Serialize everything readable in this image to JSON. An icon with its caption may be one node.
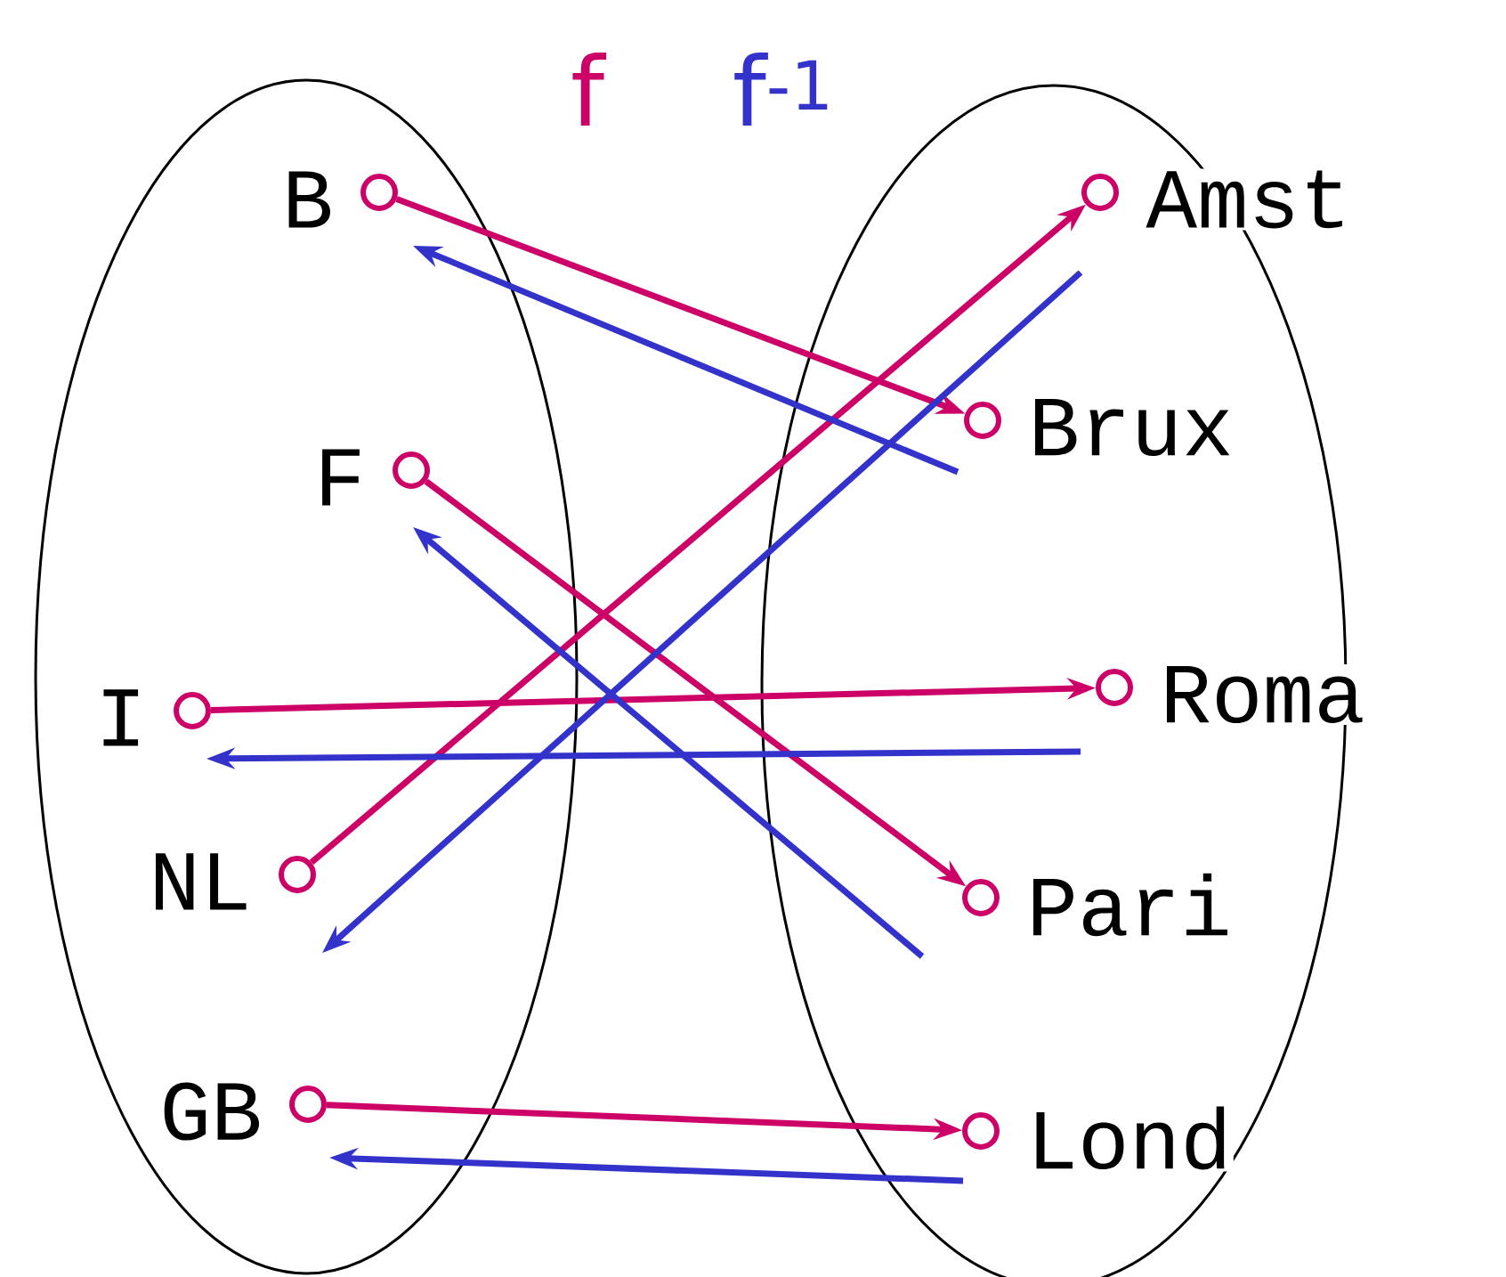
{
  "diagram": {
    "nodes": [
      {
        "text": [],
        "shape": "ellipse"
      },
      {
        "text": [],
        "shape": "ellipse"
      },
      {
        "text": [
          "B"
        ],
        "in": 0
      },
      {
        "text": [
          "F"
        ],
        "in": 0
      },
      {
        "text": [
          "I"
        ],
        "in": 0
      },
      {
        "text": [
          "NL"
        ],
        "in": 0
      },
      {
        "text": [
          "GB"
        ],
        "in": 0
      },
      {
        "text": [
          "Amst"
        ],
        "in": 1
      },
      {
        "text": [
          "Brux"
        ],
        "in": 1
      },
      {
        "text": [
          "Roma"
        ],
        "in": 1
      },
      {
        "text": [
          "Pari"
        ],
        "in": 1
      },
      {
        "text": [
          "Lond"
        ],
        "in": 1
      }
    ],
    "edges": [
      {
        "from": 2,
        "to": 8,
        "arrow": "to",
        "color": "#cc0066"
      },
      {
        "from": 3,
        "to": 10,
        "arrow": "to",
        "color": "#cc0066"
      },
      {
        "from": 4,
        "to": 9,
        "arrow": "to",
        "color": "#cc0066"
      },
      {
        "from": 5,
        "to": 7,
        "arrow": "to",
        "color": "#cc0066"
      },
      {
        "from": 6,
        "to": 11,
        "arrow": "to",
        "color": "#cc0066"
      },
      {
        "from": 8,
        "to": 2,
        "arrow": "to",
        "color": "#3333cc"
      },
      {
        "from": 10,
        "to": 3,
        "arrow": "to",
        "color": "#3333cc"
      },
      {
        "from": 9,
        "to": 4,
        "arrow": "to",
        "color": "#3333cc"
      },
      {
        "from": 7,
        "to": 5,
        "arrow": "to",
        "color": "#3333cc"
      },
      {
        "from": 11,
        "to": 6,
        "arrow": "to",
        "color": "#3333cc"
      }
    ],
    "labels": [
      "f",
      "f$^{-1}$"
    ]
  }
}
